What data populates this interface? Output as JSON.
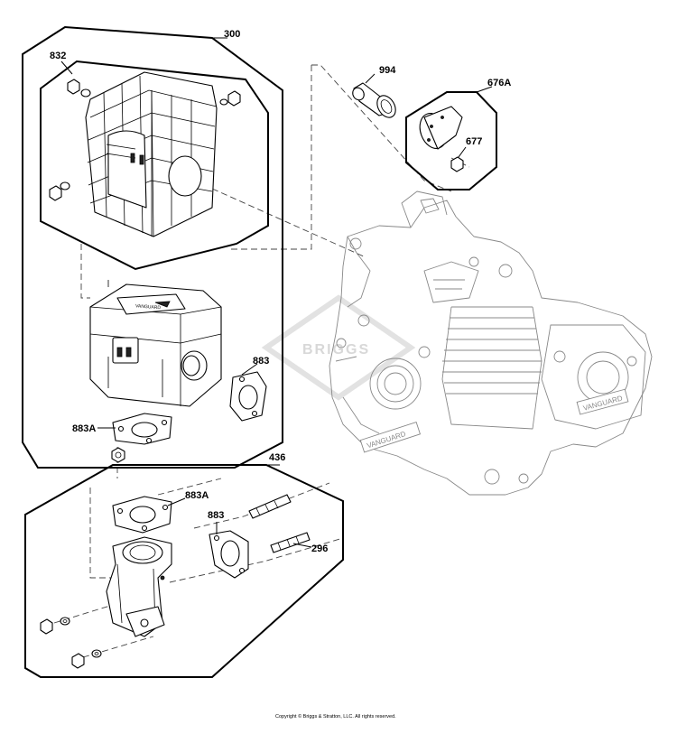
{
  "callouts": {
    "c300": "300",
    "c832": "832",
    "c994": "994",
    "c676A": "676A",
    "c677": "677",
    "c883_top": "883",
    "c883A_top": "883A",
    "c436": "436",
    "c883A_bottom": "883A",
    "c883_bottom": "883",
    "c296": "296"
  },
  "watermark": "BRIGGS",
  "copyright": "Copyright © Briggs & Stratton, LLC. All rights reserved."
}
